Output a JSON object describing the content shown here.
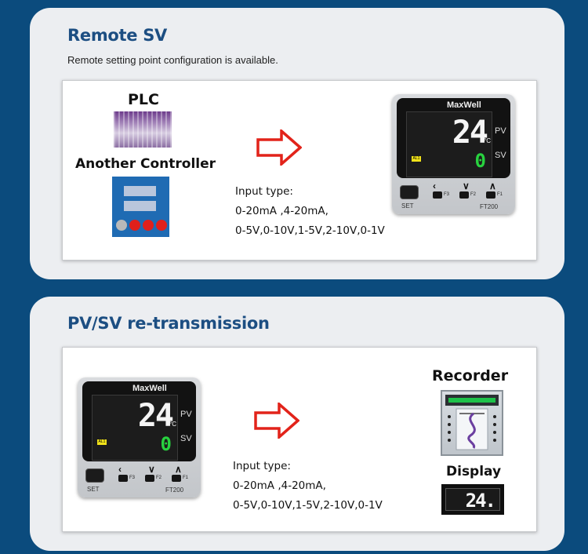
{
  "remote_sv": {
    "title": "Remote SV",
    "subtitle": "Remote setting point configuration is available.",
    "sources": [
      "PLC",
      "Another Controller"
    ],
    "input": {
      "label": "Input type:",
      "line1": "0-20mA ,4-20mA,",
      "line2": "0-5V,0-10V,1-5V,2-10V,0-1V"
    }
  },
  "retransmission": {
    "title": "PV/SV re-transmission",
    "targets": [
      "Recorder",
      "Display"
    ],
    "input": {
      "label": "Input type:",
      "line1": "0-20mA ,4-20mA,",
      "line2": "0-5V,0-10V,1-5V,2-10V,0-1V"
    },
    "display_value": "24."
  },
  "device": {
    "brand": "MaxWell",
    "model": "FT200",
    "pv_value": "24",
    "unit": "°C",
    "sv_value": "0",
    "pv_label": "PV",
    "sv_label": "SV",
    "set_label": "SET",
    "f_keys": [
      "F3",
      "F2",
      "F1"
    ],
    "alarm_badge": "AL1"
  },
  "colors": {
    "background": "#0b4b7d",
    "card": "#eceef1",
    "title": "#1c4e82",
    "arrow": "#e2231a",
    "sv_green": "#28d23f",
    "controller_blue": "#1f6bb3",
    "indicator_red": "#e0201b"
  },
  "icons": {
    "arrow": "red-outline-right-arrow",
    "plc": "plc-module-image",
    "controller": "controller-panel-image",
    "recorder": "chart-recorder-image",
    "display": "digital-display-image"
  }
}
